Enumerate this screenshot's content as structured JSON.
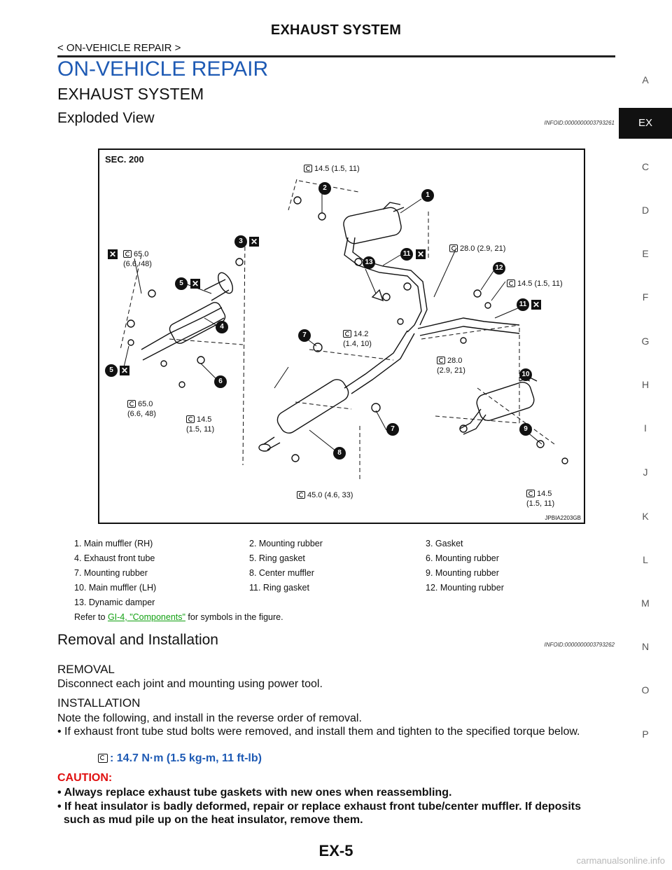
{
  "header": {
    "title": "EXHAUST SYSTEM",
    "subtitle": "< ON-VEHICLE REPAIR >"
  },
  "section": {
    "title": "ON-VEHICLE REPAIR",
    "subtitle": "EXHAUST SYSTEM"
  },
  "exploded_view": {
    "title": "Exploded View",
    "infoid": "INFOID:0000000003793261",
    "figure": {
      "sec": "SEC. 200",
      "id": "JPBIA2203GB",
      "callouts": [
        "1",
        "2",
        "3",
        "4",
        "5",
        "5",
        "6",
        "7",
        "7",
        "8",
        "9",
        "10",
        "11",
        "11",
        "12",
        "13"
      ],
      "torques": {
        "t_top": "14.5 (1.5, 11)",
        "t_650a": "65.0\n(6.6, 48)",
        "t_280a": "28.0 (2.9, 21)",
        "t_145r": "14.5 (1.5, 11)",
        "t_142": "14.2\n(1.4, 10)",
        "t_280b": "28.0\n(2.9, 21)",
        "t_650b": "65.0\n(6.6, 48)",
        "t_145b": "14.5\n(1.5, 11)",
        "t_450": "45.0 (4.6, 33)",
        "t_145br": "14.5\n(1.5, 11)"
      }
    },
    "legend": [
      "1. Main muffler (RH)",
      "2. Mounting rubber",
      "3. Gasket",
      "4. Exhaust front tube",
      "5. Ring gasket",
      "6. Mounting rubber",
      "7. Mounting rubber",
      "8. Center muffler",
      "9. Mounting rubber",
      "10. Main muffler (LH)",
      "11. Ring gasket",
      "12. Mounting rubber",
      "13. Dynamic damper"
    ],
    "refer": {
      "before": "Refer to ",
      "link": "GI-4, \"Components\"",
      "after": " for symbols in the figure."
    }
  },
  "removal": {
    "title": "Removal and Installation",
    "infoid": "INFOID:0000000003793262",
    "removal_heading": "REMOVAL",
    "removal_text": "Disconnect each joint and mounting using power tool.",
    "installation_heading": "INSTALLATION",
    "installation_text": "Note the following, and install in the reverse order of removal.",
    "installation_bullet": "• If exhaust front tube stud bolts were removed, and install them and tighten to the specified torque below.",
    "spec": ": 14.7 N·m (1.5 kg-m, 11 ft-lb)",
    "caution_title": "CAUTION:",
    "caution_items": [
      "• Always replace exhaust tube gaskets with new ones when reassembling.",
      "• If heat insulator is badly deformed, repair or replace exhaust front tube/center muffler. If deposits\n  such as mud pile up on the heat insulator, remove them."
    ]
  },
  "page_number": "EX-5",
  "side_index": {
    "letters": [
      "A",
      "EX",
      "C",
      "D",
      "E",
      "F",
      "G",
      "H",
      "I",
      "J",
      "K",
      "L",
      "M",
      "N",
      "O",
      "P"
    ],
    "active": "EX"
  },
  "watermark": "carmanualsonline.info"
}
